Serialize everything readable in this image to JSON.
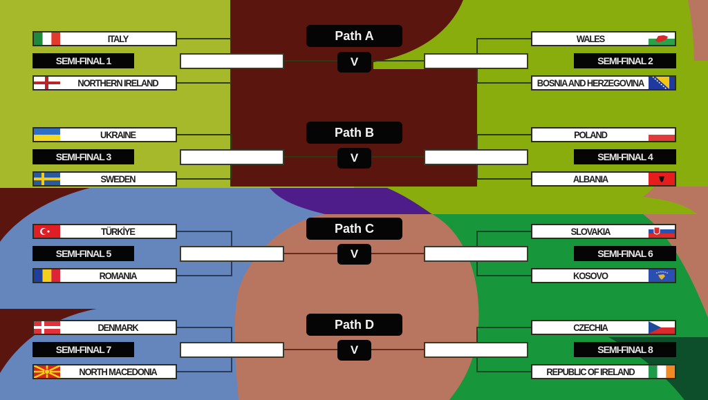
{
  "colors": {
    "olive_green": "#a5b92a",
    "lime_green": "#8aad0e",
    "maroon": "#5a150f",
    "steel_blue": "#6585bd",
    "terracotta": "#b87560",
    "purple": "#4f1d8a",
    "green": "#17963c",
    "dark_green": "#0d4f2a",
    "label_black": "#050505",
    "slot_white": "#ffffff"
  },
  "vs_label": "V",
  "paths": [
    {
      "label": "Path A",
      "left": {
        "semi_final": "SEMI-FINAL 1",
        "teams": [
          {
            "name": "ITALY",
            "flag": "italy-flag"
          },
          {
            "name": "NORTHERN IRELAND",
            "flag": "northern-ireland-flag"
          }
        ]
      },
      "right": {
        "semi_final": "SEMI-FINAL 2",
        "teams": [
          {
            "name": "WALES",
            "flag": "wales-flag"
          },
          {
            "name": "BOSNIA AND HERZEGOVINA",
            "flag": "bosnia-flag"
          }
        ]
      }
    },
    {
      "label": "Path B",
      "left": {
        "semi_final": "SEMI-FINAL 3",
        "teams": [
          {
            "name": "UKRAINE",
            "flag": "ukraine-flag"
          },
          {
            "name": "SWEDEN",
            "flag": "sweden-flag"
          }
        ]
      },
      "right": {
        "semi_final": "SEMI-FINAL 4",
        "teams": [
          {
            "name": "POLAND",
            "flag": "poland-flag"
          },
          {
            "name": "ALBANIA",
            "flag": "albania-flag"
          }
        ]
      }
    },
    {
      "label": "Path C",
      "left": {
        "semi_final": "SEMI-FINAL 5",
        "teams": [
          {
            "name": "TÜRKİYE",
            "flag": "turkiye-flag"
          },
          {
            "name": "ROMANIA",
            "flag": "romania-flag"
          }
        ]
      },
      "right": {
        "semi_final": "SEMI-FINAL 6",
        "teams": [
          {
            "name": "SLOVAKIA",
            "flag": "slovakia-flag"
          },
          {
            "name": "KOSOVO",
            "flag": "kosovo-flag"
          }
        ]
      }
    },
    {
      "label": "Path D",
      "left": {
        "semi_final": "SEMI-FINAL 7",
        "teams": [
          {
            "name": "DENMARK",
            "flag": "denmark-flag"
          },
          {
            "name": "NORTH MACEDONIA",
            "flag": "north-macedonia-flag"
          }
        ]
      },
      "right": {
        "semi_final": "SEMI-FINAL 8",
        "teams": [
          {
            "name": "CZECHIA",
            "flag": "czechia-flag"
          },
          {
            "name": "REPUBLIC OF IRELAND",
            "flag": "ireland-flag"
          }
        ]
      }
    }
  ]
}
